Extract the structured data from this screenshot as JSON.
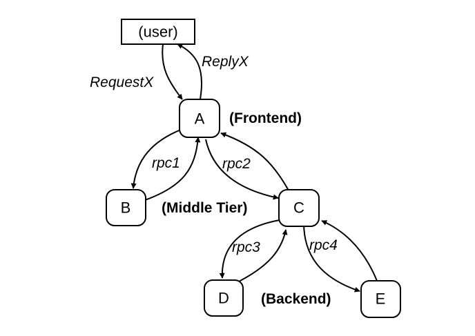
{
  "nodes": {
    "user": "(user)",
    "a": "A",
    "b": "B",
    "c": "C",
    "d": "D",
    "e": "E"
  },
  "edge_labels": {
    "request": "RequestX",
    "reply": "ReplyX",
    "rpc1": "rpc1",
    "rpc2": "rpc2",
    "rpc3": "rpc3",
    "rpc4": "rpc4"
  },
  "tiers": {
    "frontend": "(Frontend)",
    "middle": "(Middle Tier)",
    "backend": "(Backend)"
  }
}
